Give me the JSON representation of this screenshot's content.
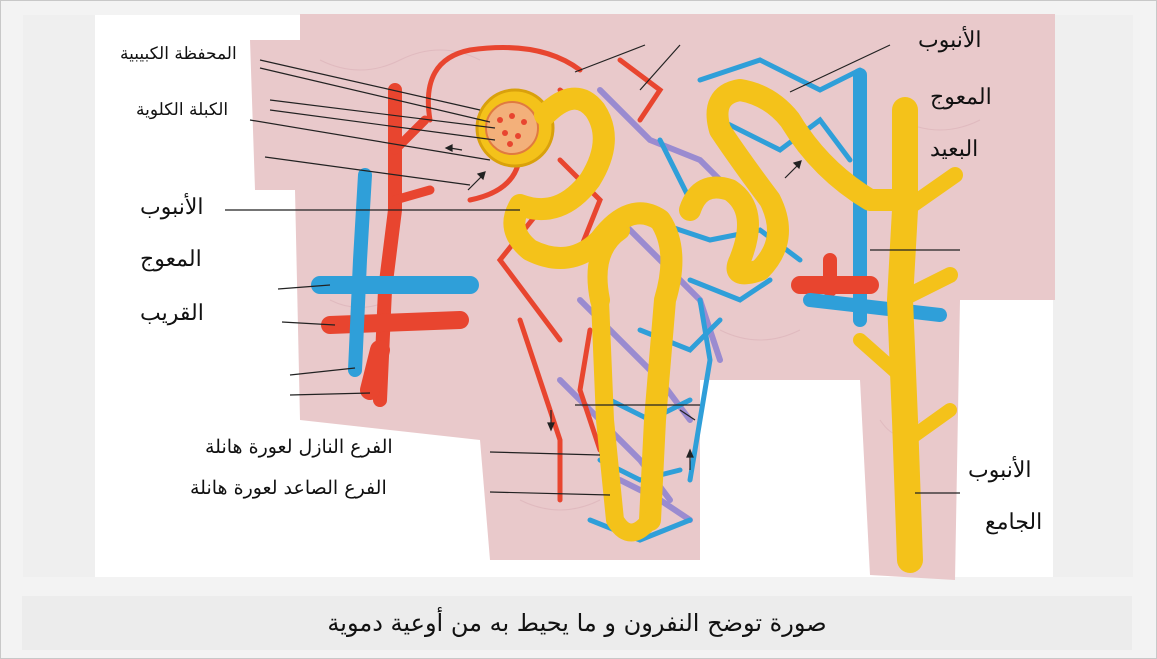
{
  "labels": {
    "bowman_capsule": "المحفظة الكبيبية",
    "glomerulus": "الكبلة الكلوية",
    "proximal_tubule": [
      "الأنبوب",
      "المعوج",
      "القريب"
    ],
    "distal_tubule": [
      "الأنبوب",
      "المعوج",
      "البعيد"
    ],
    "descending_limb": "الفرع النازل لعورة هانلة",
    "ascending_limb": "الفرع الصاعد لعورة هانلة",
    "collecting_duct": [
      "الأنبوب",
      "الجامع"
    ]
  },
  "caption": "صورة توضح النفرون و ما يحيط به من أوعية دموية",
  "colors": {
    "tissue": "#e9c9cb",
    "tubule": "#f4c21a",
    "artery": "#e8452f",
    "vein": "#2f9fd9",
    "capillary": "#9a8bd0"
  }
}
